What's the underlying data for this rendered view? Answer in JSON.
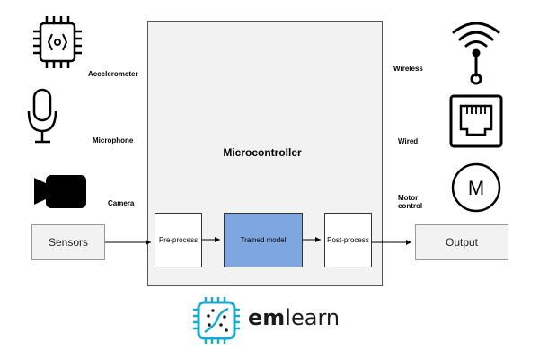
{
  "diagram": {
    "sensors_label": "Sensors",
    "output_label": "Output",
    "microcontroller_label": "Microcontroller",
    "preprocess_label": "Pre-process",
    "trained_model_label": "Trained model",
    "postprocess_label": "Post-process",
    "inputs": [
      {
        "label": "Accelerometer",
        "icon": "chip-icon"
      },
      {
        "label": "Microphone",
        "icon": "microphone-icon"
      },
      {
        "label": "Camera",
        "icon": "video-camera-icon"
      }
    ],
    "outputs": [
      {
        "label": "Wireless",
        "icon": "wireless-antenna-icon"
      },
      {
        "label": "Wired",
        "icon": "ethernet-port-icon"
      },
      {
        "label": "Motor",
        "label2": "control",
        "icon": "motor-icon",
        "icon_letter": "M"
      }
    ]
  },
  "brand": {
    "name_bold": "em",
    "name_rest": "learn",
    "logo_icon": "emlearn-chip-logo-icon",
    "accent": "#1ba9c9"
  },
  "colors": {
    "microcontroller_bg": "#f2f2f2",
    "trained_model_bg": "#7ea6e0"
  }
}
